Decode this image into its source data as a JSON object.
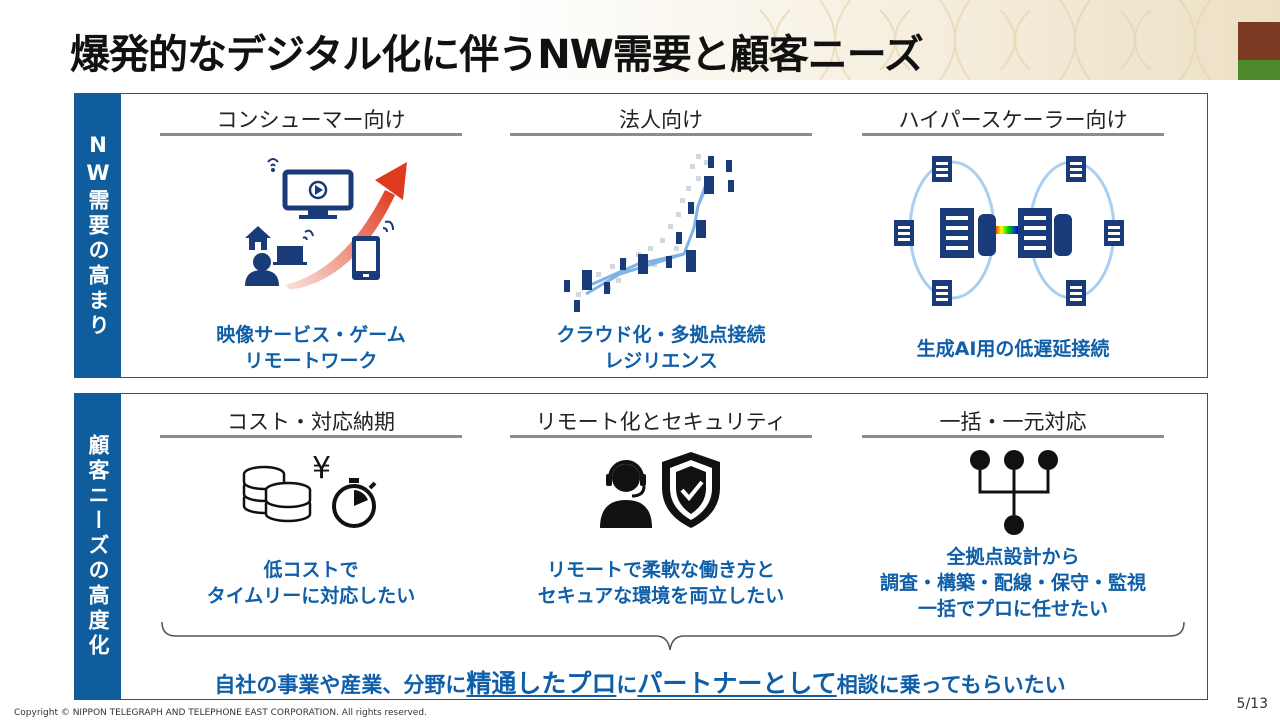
{
  "title": "爆発的なデジタル化に伴うNW需要と顧客ニーズ",
  "colors": {
    "accent": "#0f5d9c",
    "text_blue": "#0f5fa8",
    "corner_brown": "#7a3b22",
    "corner_green": "#4d8a2c"
  },
  "section1": {
    "label": "NW需要の高まり",
    "columns": [
      {
        "heading": "コンシューマー向け",
        "desc_line1": "映像サービス・ゲーム",
        "desc_line2": "リモートワーク",
        "icon": "consumer-growth-icon"
      },
      {
        "heading": "法人向け",
        "desc_line1": "クラウド化・多拠点接続",
        "desc_line2": "レジリエンス",
        "icon": "japan-map-network-icon"
      },
      {
        "heading": "ハイパースケーラー向け",
        "desc_line1": "生成AI用の低遅延接続",
        "desc_line2": "",
        "icon": "datacenter-interconnect-icon"
      }
    ]
  },
  "section2": {
    "label": "顧客ニーズの高度化",
    "columns": [
      {
        "heading": "コスト・対応納期",
        "desc_line1": "低コストで",
        "desc_line2": "タイムリーに対応したい",
        "desc_line3": "",
        "icon": "coins-yen-stopwatch-icon"
      },
      {
        "heading": "リモート化とセキュリティ",
        "desc_line1": "リモートで柔軟な働き方と",
        "desc_line2": "セキュアな環境を両立したい",
        "desc_line3": "",
        "icon": "operator-shield-icon"
      },
      {
        "heading": "一括・一元対応",
        "desc_line1": "全拠点設計から",
        "desc_line2": "調査・構築・配線・保守・監視",
        "desc_line3": "一括でプロに任せたい",
        "icon": "hierarchy-icon"
      }
    ],
    "summary": {
      "part1": "自社の事業や産業、分野に",
      "em1": "精通したプロ",
      "part2": "に",
      "em2": "パートナーとして",
      "part3": "相談に乗ってもらいたい"
    }
  },
  "footer": {
    "copyright": "Copyright © NIPPON TELEGRAPH AND TELEPHONE EAST CORPORATION. All rights reserved.",
    "page": "5/13"
  }
}
